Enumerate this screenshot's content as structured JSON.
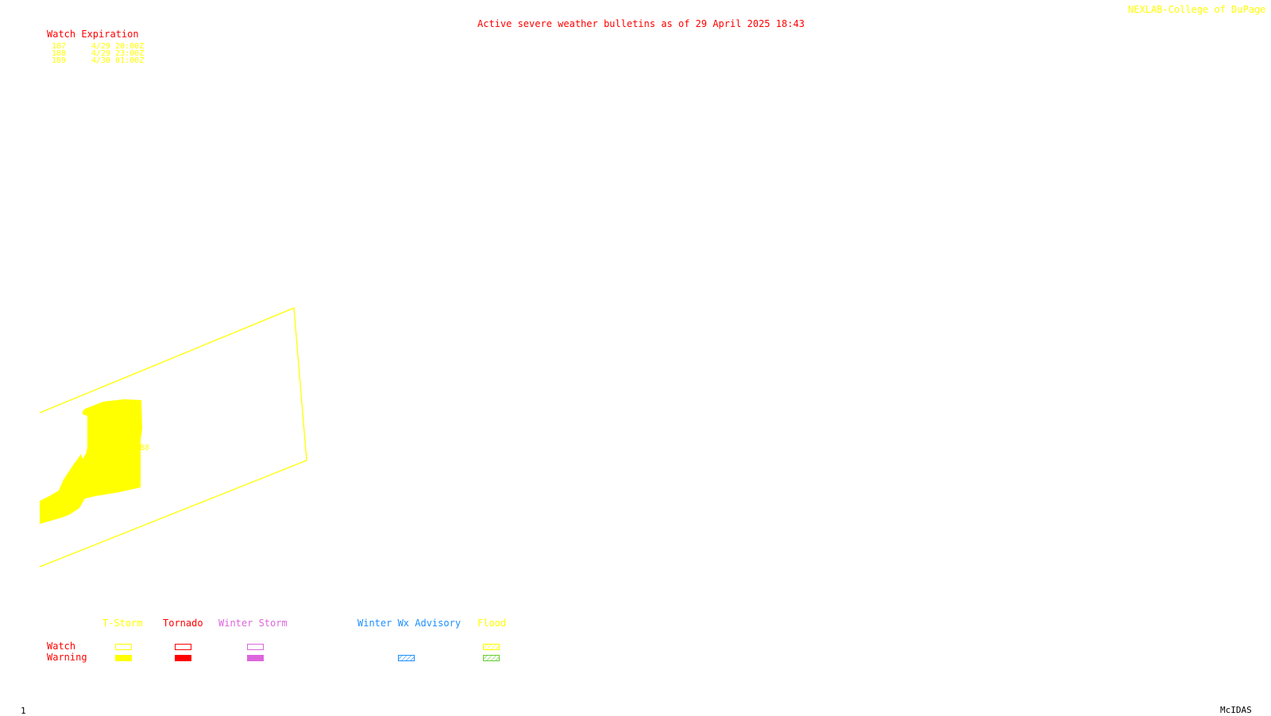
{
  "header": {
    "title": "Active severe weather bulletins as of 29 April 2025 18:43",
    "credit": "NEXLAB-College of DuPage R"
  },
  "watch_expiration": {
    "heading": "Watch Expiration",
    "rows": [
      {
        "number": "187",
        "expires": "4/29 20:00Z"
      },
      {
        "number": "188",
        "expires": "4/29 23:00Z"
      },
      {
        "number": "189",
        "expires": "4/30 01:00Z"
      }
    ]
  },
  "map": {
    "watch_label": "88",
    "watch_color": "#ffff00",
    "warning_color": "#ffff00"
  },
  "legend": {
    "row_labels": {
      "watch": "Watch",
      "warning": "Warning"
    },
    "categories": [
      {
        "label": "T-Storm",
        "color": "#ffff00",
        "watch_style": "outline",
        "warning_style": "solid"
      },
      {
        "label": "Tornado",
        "color": "#ff0000",
        "watch_style": "outline",
        "warning_style": "solid"
      },
      {
        "label": "Winter Storm",
        "color": "#dd66dd",
        "watch_style": "outline",
        "warning_style": "solid"
      },
      {
        "label": "Winter Wx Advisory",
        "color": "#1e90ff",
        "watch_style": "none",
        "warning_style": "hatched"
      },
      {
        "label": "Flood",
        "color": "#ffff00",
        "warning_color": "#66cc33",
        "watch_style": "hatched",
        "warning_style": "hatched"
      }
    ]
  },
  "footer": {
    "frame": "1",
    "software": "McIDAS"
  }
}
